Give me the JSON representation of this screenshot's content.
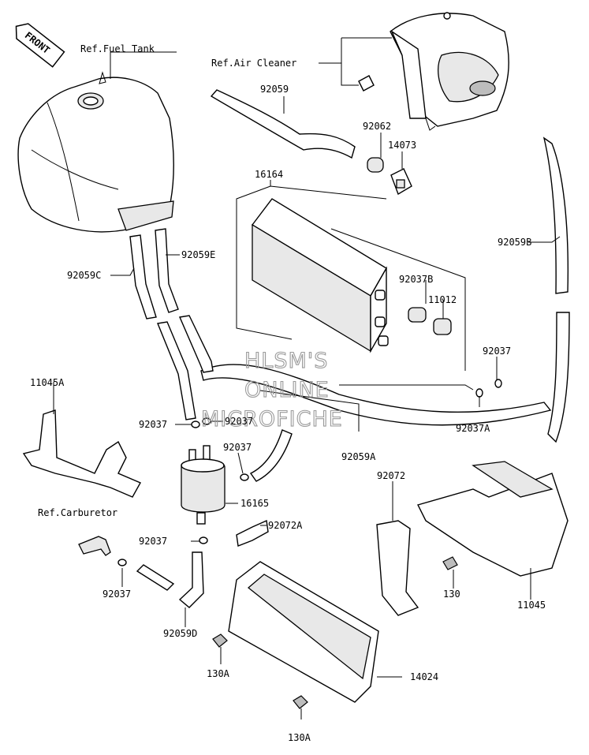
{
  "diagram": {
    "front_badge": "FRONT",
    "watermark": [
      "HLSM'S",
      "ONLINE",
      "MICROFICHE"
    ],
    "labels": {
      "ref_fuel_tank": "Ref.Fuel Tank",
      "ref_air_cleaner": "Ref.Air Cleaner",
      "ref_carburetor": "Ref.Carburetor",
      "p92059": "92059",
      "p92062": "92062",
      "p14073": "14073",
      "p16164": "16164",
      "p92059B": "92059B",
      "p92059E": "92059E",
      "p92059C": "92059C",
      "p92037B": "92037B",
      "p11012": "11012",
      "p92037_a": "92037",
      "p11045A": "11045A",
      "p92037_b": "92037",
      "p92037_c": "92037",
      "p92037_d": "92037",
      "p92037A": "92037A",
      "p92059A": "92059A",
      "p16165": "16165",
      "p92072": "92072",
      "p92072A": "92072A",
      "p92037_e": "92037",
      "p92037_f": "92037",
      "p130": "130",
      "p11045": "11045",
      "p92059D": "92059D",
      "p130A_a": "130A",
      "p14024": "14024",
      "p130A_b": "130A"
    }
  }
}
